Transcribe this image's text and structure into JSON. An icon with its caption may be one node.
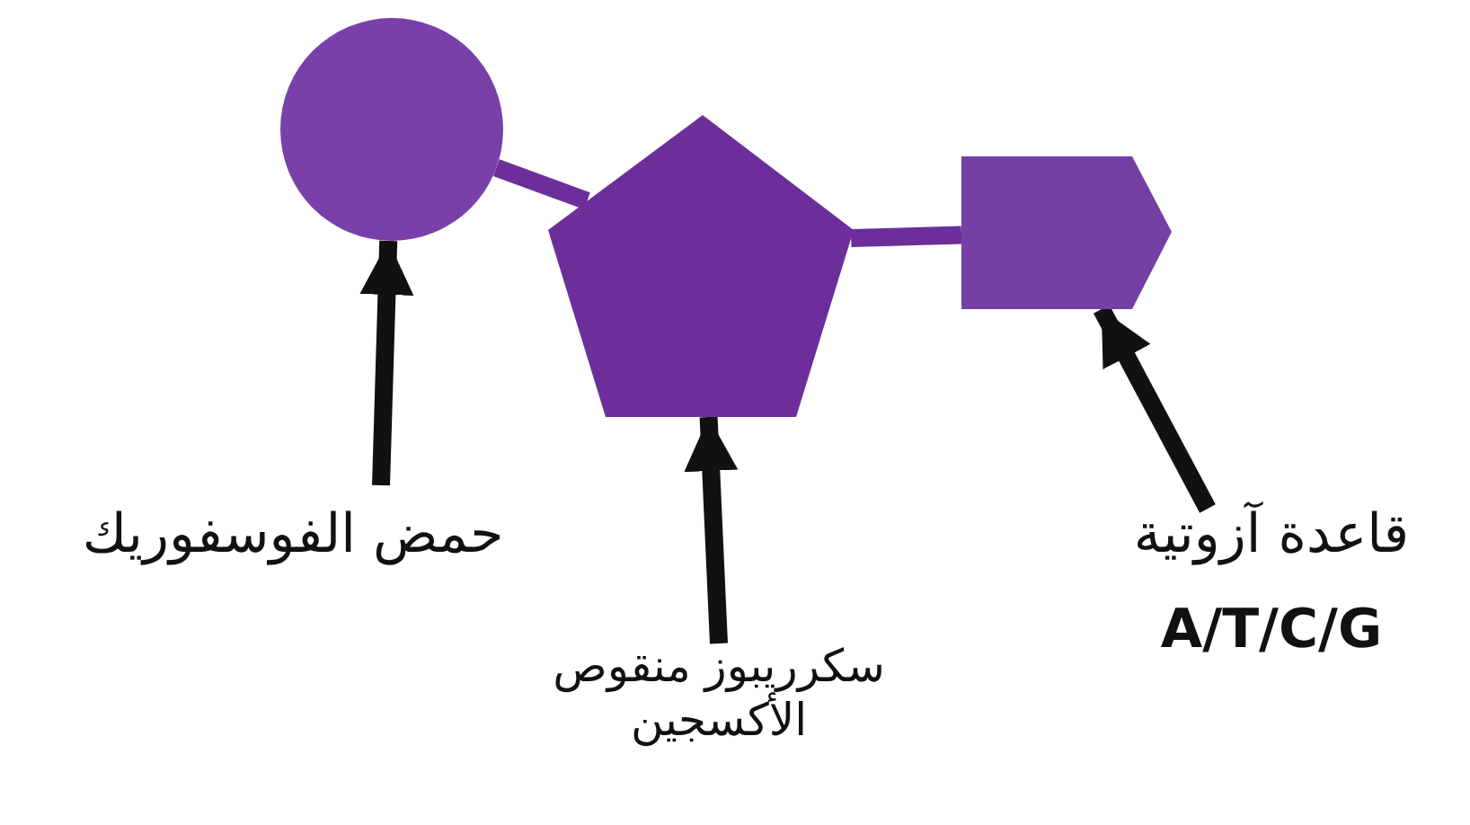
{
  "diagram": {
    "nodes": [
      {
        "text": [],
        "shape": "circle"
      },
      {
        "text": [],
        "shape": "pentagon"
      },
      {
        "text": [],
        "shape": "pentagon"
      },
      {
        "text": [
          "حمض الفوسفوريك"
        ]
      },
      {
        "text": [
          "سكرريبوز منقوص الأكسجين"
        ]
      },
      {
        "text": [
          "قاعدة آزوتية",
          "A/T/C/G"
        ]
      }
    ],
    "edges": [
      {
        "from": 0,
        "to": 1,
        "arrow": "none",
        "color": "#6c2e9a"
      },
      {
        "from": 1,
        "to": 2,
        "arrow": "none",
        "color": "#6c2e9a"
      },
      {
        "from": 3,
        "to": 0,
        "arrow": "to"
      },
      {
        "from": 4,
        "to": 1,
        "arrow": "to"
      },
      {
        "from": 5,
        "to": 2,
        "arrow": "to"
      }
    ]
  }
}
